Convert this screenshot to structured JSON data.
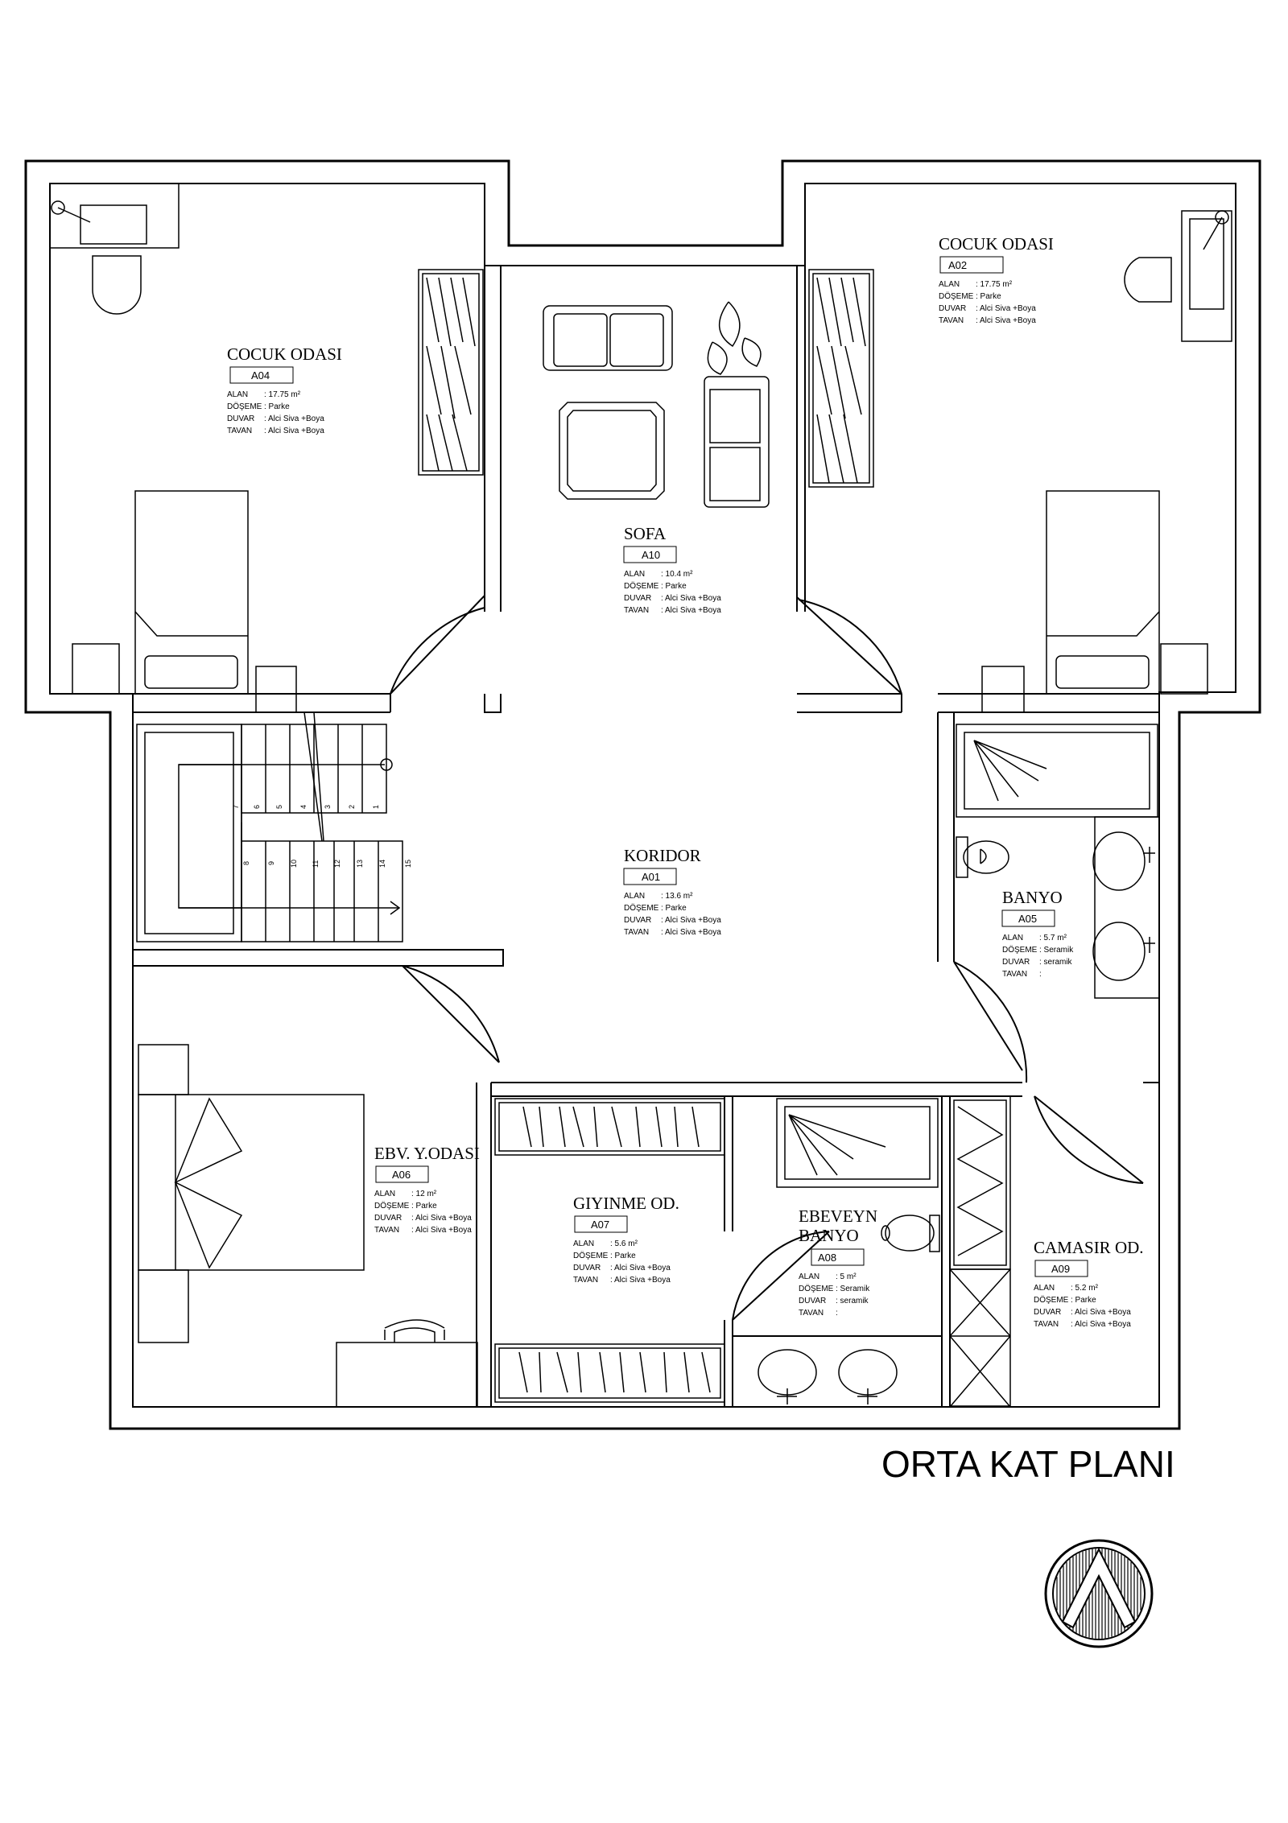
{
  "title": "ORTA KAT PLANI",
  "field_labels": {
    "area": "ALAN",
    "floor": "DÖŞEME",
    "wall": "DUVAR",
    "ceiling": "TAVAN"
  },
  "rooms": [
    {
      "key": "a04",
      "name": "COCUK ODASI",
      "code": "A04",
      "area": ": 17.75 m²",
      "floor": ": Parke",
      "wall": ": Alci Siva +Boya",
      "ceiling": ": Alci Siva +Boya"
    },
    {
      "key": "a02",
      "name": "COCUK ODASI",
      "code": "A02",
      "area": ": 17.75 m²",
      "floor": ": Parke",
      "wall": ": Alci Siva +Boya",
      "ceiling": ": Alci Siva +Boya"
    },
    {
      "key": "a10",
      "name": "SOFA",
      "code": "A10",
      "area": ": 10.4 m²",
      "floor": ": Parke",
      "wall": ": Alci Siva +Boya",
      "ceiling": ": Alci Siva +Boya"
    },
    {
      "key": "a01",
      "name": "KORIDOR",
      "code": "A01",
      "area": ": 13.6 m²",
      "floor": ": Parke",
      "wall": ": Alci Siva +Boya",
      "ceiling": ": Alci Siva +Boya"
    },
    {
      "key": "a05",
      "name": "BANYO",
      "code": "A05",
      "area": ": 5.7 m²",
      "floor": ": Seramik",
      "wall": ": seramik",
      "ceiling": ":"
    },
    {
      "key": "a06",
      "name": "EBV. Y.ODASI",
      "code": "A06",
      "area": ": 12 m²",
      "floor": ": Parke",
      "wall": ": Alci Siva +Boya",
      "ceiling": ": Alci Siva +Boya"
    },
    {
      "key": "a07",
      "name": "GIYINME OD.",
      "code": "A07",
      "area": ": 5.6 m²",
      "floor": ": Parke",
      "wall": ": Alci Siva +Boya",
      "ceiling": ": Alci Siva +Boya"
    },
    {
      "key": "a08",
      "name": "EBEVEYN\nBANYO",
      "code": "A08",
      "area": ": 5 m²",
      "floor": ": Seramik",
      "wall": ": seramik",
      "ceiling": ":"
    },
    {
      "key": "a09",
      "name": "CAMASIR OD.",
      "code": "A09",
      "area": ": 5.2 m²",
      "floor": ": Parke",
      "wall": ": Alci Siva +Boya",
      "ceiling": ": Alci Siva +Boya"
    }
  ],
  "stair_steps": [
    "1",
    "2",
    "3",
    "4",
    "5",
    "6",
    "7",
    "8",
    "9",
    "10",
    "11",
    "12",
    "13",
    "14",
    "15"
  ],
  "colors": {
    "line": "#000000",
    "background": "#ffffff"
  },
  "icons": [
    "north-arrow-icon"
  ]
}
